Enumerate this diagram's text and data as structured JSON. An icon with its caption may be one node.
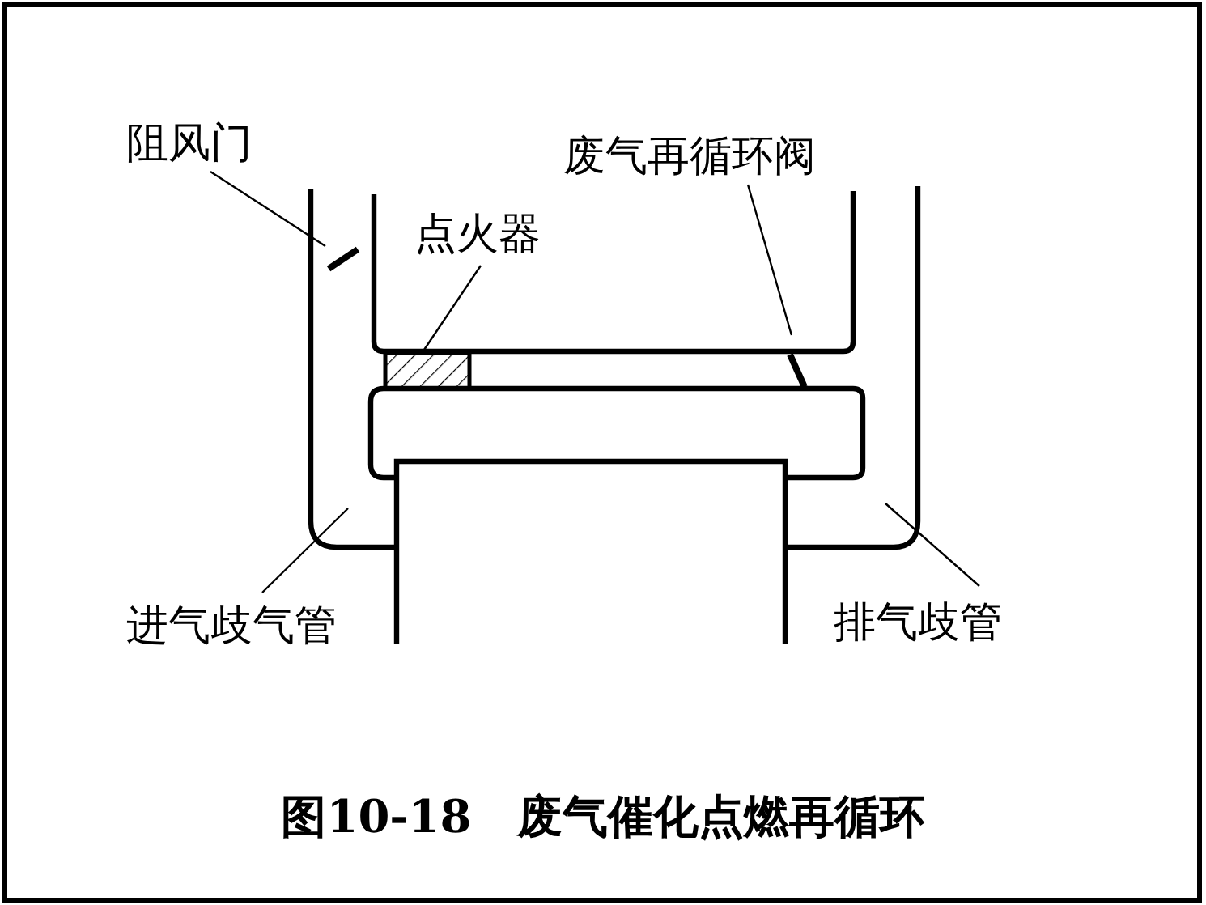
{
  "diagram": {
    "caption": "图10-18　废气催化点燃再循环",
    "nodes": [
      {
        "text": [
          "阻风门"
        ]
      },
      {
        "text": [
          "点火器"
        ]
      },
      {
        "text": [
          "废气再循环阀"
        ]
      },
      {
        "text": [
          "进气歧气管"
        ]
      },
      {
        "text": [
          "排气歧管"
        ]
      },
      {
        "text": [],
        "shape": "bar"
      },
      {
        "text": [],
        "shape": "box"
      },
      {
        "text": [],
        "shape": "bar"
      }
    ],
    "edges": [
      {
        "from": 0,
        "to": 5,
        "arrow": "none"
      },
      {
        "from": 1,
        "to": 6,
        "arrow": "none"
      },
      {
        "from": 2,
        "to": 7,
        "arrow": "none"
      },
      {
        "from": 3,
        "to": null,
        "arrow": "none"
      },
      {
        "from": 4,
        "to": null,
        "arrow": "none"
      }
    ]
  }
}
